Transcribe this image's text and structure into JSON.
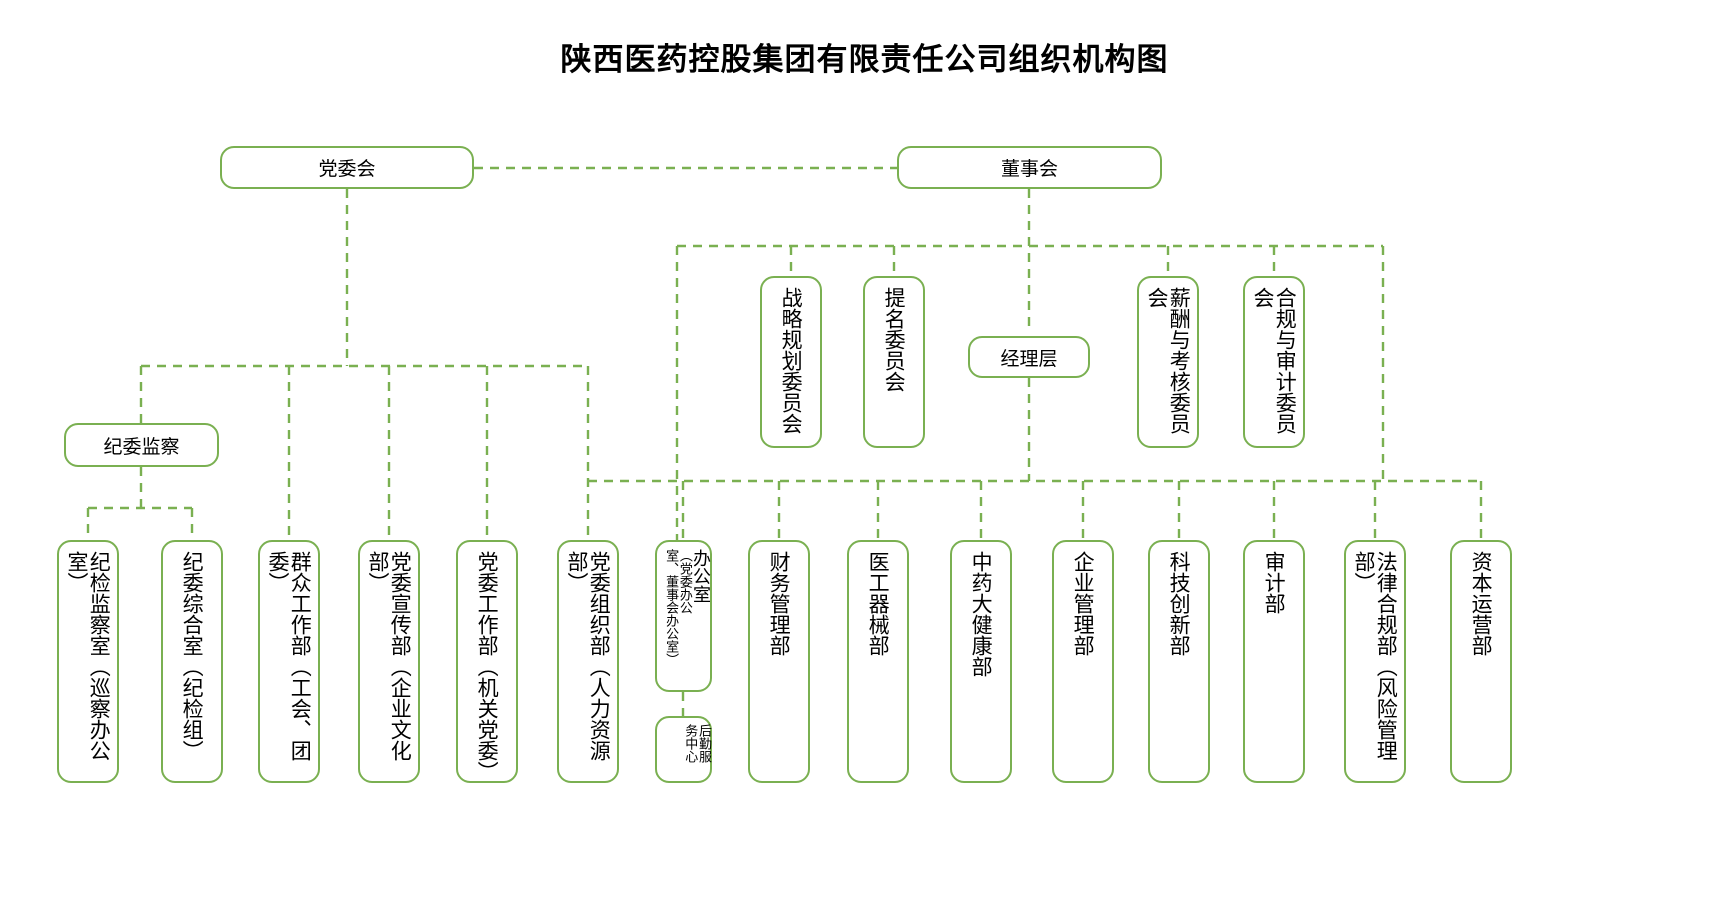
{
  "title": "陕西医药控股集团有限责任公司组织机构图",
  "theme": {
    "line_color": "#7ab051",
    "box_border": "#7ab051",
    "background": "#ffffff",
    "text_color": "#000000"
  },
  "nodes": {
    "party_committee": "党委会",
    "board": "董事会",
    "discipline": "纪委监察",
    "management": "经理层",
    "strategy_committee": "战略规划委员会",
    "nomination_committee": "提名委员会",
    "compensation_committee": "薪酬与考核委员会",
    "compliance_committee": "合规与审计委员会",
    "dept_inspection": "纪检监察室（巡察办公室）",
    "dept_discipline_general": "纪委综合室（纪检组）",
    "dept_mass_work": "群众工作部（工会、团委）",
    "dept_propaganda": "党委宣传部（企业文化部）",
    "dept_party_work": "党委工作部（机关党委）",
    "dept_organization": "党委组织部（人力资源部）",
    "dept_office_main": "办公室",
    "dept_office_paren": "（党委办公",
    "dept_office_paren2": "室、董事会办公室）",
    "dept_logistics": "后勤服",
    "dept_logistics2": "务中心",
    "dept_finance": "财务管理部",
    "dept_medical_device": "医工器械部",
    "dept_tcm_health": "中药大健康部",
    "dept_enterprise_mgmt": "企业管理部",
    "dept_tech_innovation": "科技创新部",
    "dept_audit": "审计部",
    "dept_legal": "法律合规部（风险管理部）",
    "dept_capital": "资本运营部"
  },
  "chart_data": {
    "type": "diagram",
    "diagram_kind": "organization-chart",
    "title": "陕西医药控股集团有限责任公司组织机构图",
    "levels": [
      {
        "level": 1,
        "nodes": [
          "党委会",
          "董事会"
        ],
        "relation": "党委会 ↔ 董事会 (horizontal dashed link)"
      },
      {
        "level": 2,
        "parent": "董事会",
        "nodes": [
          "战略规划委员会",
          "提名委员会",
          "经理层",
          "薪酬与考核委员会",
          "合规与审计委员会"
        ]
      },
      {
        "level": 2,
        "parent": "党委会",
        "nodes": [
          "纪委监察"
        ]
      },
      {
        "level": 3,
        "parent": "纪委监察",
        "nodes": [
          "纪检监察室（巡察办公室）",
          "纪委综合室（纪检组）"
        ]
      },
      {
        "level": 3,
        "parent": "党委会",
        "nodes": [
          "群众工作部（工会、团委）",
          "党委宣传部（企业文化部）",
          "党委工作部（机关党委）",
          "党委组织部（人力资源部）"
        ]
      },
      {
        "level": 3,
        "parent": "经理层",
        "nodes": [
          "办公室（党委办公室、董事会办公室）",
          "财务管理部",
          "医工器械部",
          "中药大健康部",
          "企业管理部",
          "科技创新部",
          "审计部",
          "法律合规部（风险管理部）",
          "资本运营部"
        ]
      },
      {
        "level": 4,
        "parent": "办公室（党委办公室、董事会办公室）",
        "nodes": [
          "后勤服务中心"
        ]
      }
    ],
    "line_style": "dashed",
    "line_color": "#7ab051"
  }
}
